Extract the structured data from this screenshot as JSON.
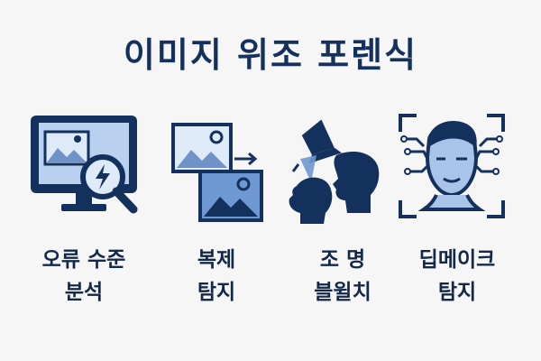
{
  "title": "이미지 위조 포렌식",
  "items": [
    {
      "icon": "magnifier-on-monitor-icon",
      "line1": "오류 수준",
      "line2": "분석"
    },
    {
      "icon": "duplicate-images-icon",
      "line1": "복제",
      "line2": "탐지"
    },
    {
      "icon": "lighting-heads-icon",
      "line1": "조 명",
      "line2": "블윌치"
    },
    {
      "icon": "face-scan-icon",
      "line1": "딥메이크",
      "line2": "탐지"
    }
  ],
  "colors": {
    "navy": "#14305c",
    "light_blue": "#a9c4e8",
    "mid_blue": "#5e86c2",
    "background": "#f6f6f6"
  }
}
